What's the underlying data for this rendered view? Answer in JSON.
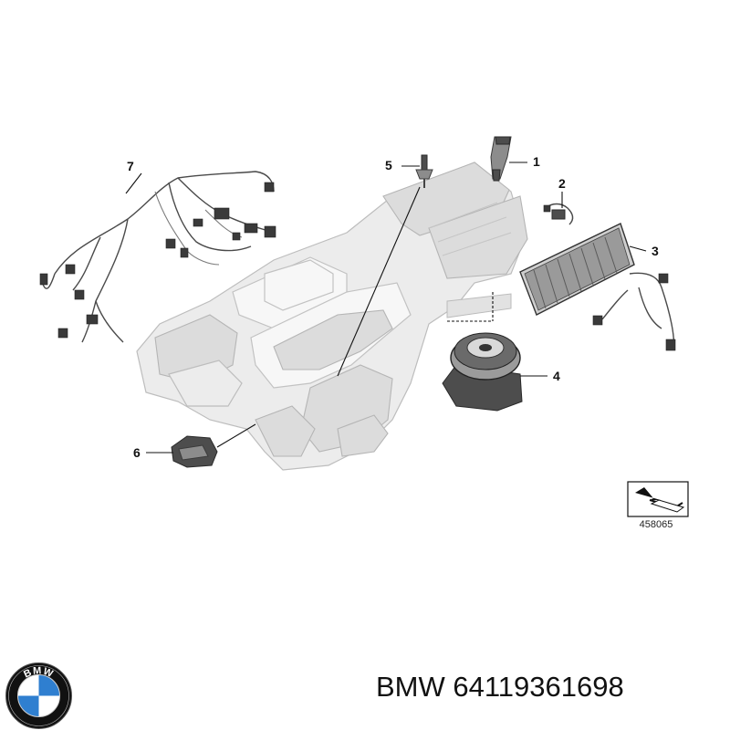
{
  "callouts": [
    {
      "id": "1",
      "label": "1"
    },
    {
      "id": "2",
      "label": "2"
    },
    {
      "id": "3",
      "label": "3"
    },
    {
      "id": "4",
      "label": "4"
    },
    {
      "id": "5",
      "label": "5"
    },
    {
      "id": "6",
      "label": "6"
    },
    {
      "id": "7",
      "label": "7"
    }
  ],
  "reference": {
    "code": "458065",
    "icon": "filter-insert-icon"
  },
  "footer": {
    "brand": "BMW",
    "part_number": "64119361698",
    "text": "BMW 64119361698"
  },
  "logo": {
    "letters": "BMW",
    "icon": "bmw-roundel-logo",
    "colors": {
      "ring": "#111111",
      "blue": "#2f7fd0",
      "white": "#ffffff"
    }
  }
}
